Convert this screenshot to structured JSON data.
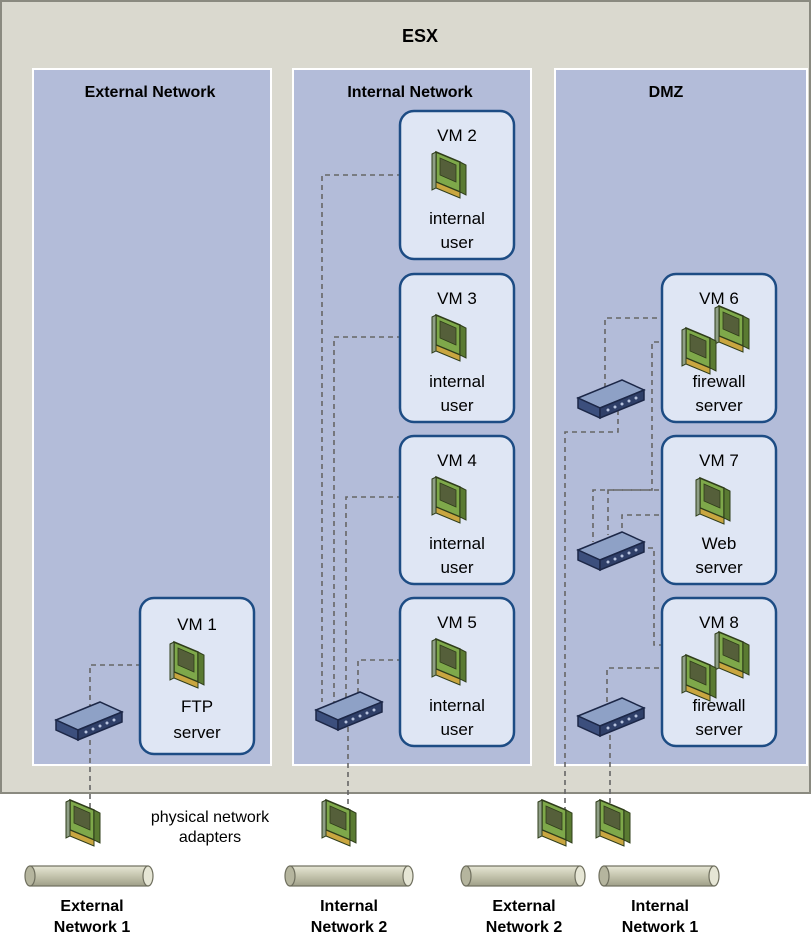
{
  "title": "ESX",
  "zones": {
    "external": "External Network",
    "internal": "Internal Network",
    "dmz": "DMZ"
  },
  "vms": [
    {
      "name": "VM 1",
      "role_line1": "FTP",
      "role_line2": "server"
    },
    {
      "name": "VM 2",
      "role_line1": "internal",
      "role_line2": "user"
    },
    {
      "name": "VM 3",
      "role_line1": "internal",
      "role_line2": "user"
    },
    {
      "name": "VM 4",
      "role_line1": "internal",
      "role_line2": "user"
    },
    {
      "name": "VM 5",
      "role_line1": "internal",
      "role_line2": "user"
    },
    {
      "name": "VM 6",
      "role_line1": "firewall",
      "role_line2": "server"
    },
    {
      "name": "VM 7",
      "role_line1": "Web",
      "role_line2": "server"
    },
    {
      "name": "VM 8",
      "role_line1": "firewall",
      "role_line2": "server"
    }
  ],
  "adapters_label": {
    "line1": "physical network",
    "line2": "adapters"
  },
  "networks": [
    {
      "line1": "External",
      "line2": "Network 1"
    },
    {
      "line1": "Internal",
      "line2": "Network 2"
    },
    {
      "line1": "External",
      "line2": "Network 2"
    },
    {
      "line1": "Internal",
      "line2": "Network 1"
    }
  ],
  "colors": {
    "esx_bg": "#dad9cf",
    "esx_border": "#8a8a80",
    "zone_bg": "#b3bcd9",
    "vm_bg": "#dfe6f4",
    "vm_border": "#1d4c84",
    "nic_green": "#7ea84a",
    "switch_blue": "#4d6396",
    "pipe": "#c9c9b4"
  }
}
